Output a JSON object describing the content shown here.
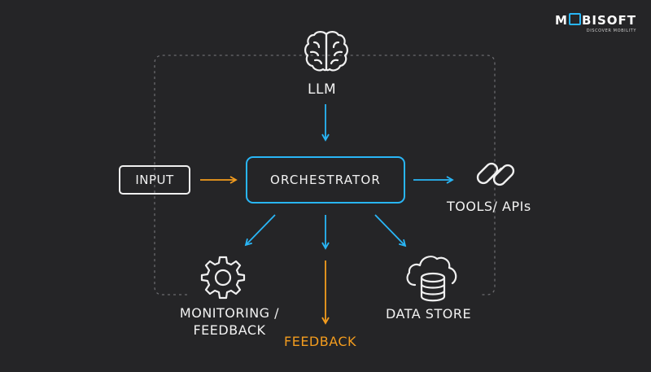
{
  "brand": {
    "logo_name": "MOBISOFT",
    "logo_prefix": "M",
    "logo_suffix": "BISOFT",
    "tagline": "DISCOVER MOBILITY"
  },
  "nodes": {
    "llm": "LLM",
    "input": "INPUT",
    "orchestrator": "ORCHESTRATOR",
    "tools": "TOOLS/ APIs",
    "monitoring_line1": "MONITORING /",
    "monitoring_line2": "FEEDBACK",
    "feedback": "FEEDBACK",
    "data_store": "DATA STORE"
  },
  "icons": {
    "llm": "brain-icon",
    "tools": "link-chain-icon",
    "monitoring": "gear-icon",
    "data_store": "cloud-database-icon"
  },
  "colors": {
    "background": "#252527",
    "accent_blue": "#29b6f6",
    "accent_orange": "#f39c1e",
    "text": "#f2f2f2",
    "loop": "#6a6a6e"
  }
}
